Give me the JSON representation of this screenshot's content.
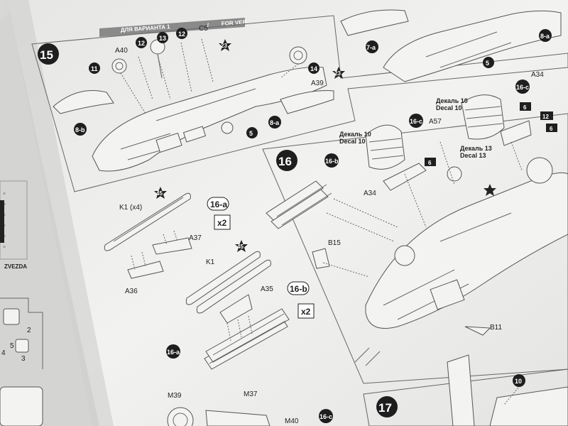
{
  "header": {
    "banner_left": "ДЛЯ ВАРИАНТА  1",
    "banner_sep": "/",
    "banner_right": "FOR VER"
  },
  "step15": {
    "number": "15",
    "parts": {
      "p11": "11",
      "p12a": "12",
      "p13": "13",
      "p12b": "12",
      "c5": "C5",
      "a40": "A40",
      "star23a": "23",
      "p14": "14",
      "star23b": "23",
      "a39": "A39",
      "p8b": "8-b",
      "p5": "5",
      "p8a": "8-a"
    }
  },
  "step_top_right": {
    "p7a": "7-a",
    "p5": "5",
    "p8a": "8-a"
  },
  "step16": {
    "number": "16",
    "parts": {
      "p16b": "16-b",
      "p16c": "16-c",
      "decal10_ru": "Декаль 10",
      "decal10_en": "Decal 10",
      "p6a": "6",
      "a34a": "A34",
      "b15": "B15",
      "a57": "A57",
      "decal10_ru2": "Декаль 10",
      "decal10_en2": "Decal 10",
      "decal13_ru": "Декаль 13",
      "decal13_en": "Decal 13",
      "p16c2": "16-c",
      "p6b": "6",
      "a34b": "A34",
      "p12": "12",
      "p6c": "6",
      "b11": "B11"
    }
  },
  "subassembly_16a": {
    "k1x4": "K1 (x4)",
    "star45": "45",
    "tag": "16-a",
    "mult": "x2",
    "a37": "A37",
    "a36": "A36"
  },
  "subassembly_16b": {
    "k1": "K1",
    "star45": "45",
    "a35": "A35",
    "tag": "16-b",
    "mult": "x2",
    "p16a": "16-a"
  },
  "step17": {
    "number": "17",
    "p10": "10"
  },
  "bottom": {
    "m39": "M39",
    "m37": "M37",
    "m40": "M40",
    "tag16c": "16-c"
  },
  "left_page": {
    "brand": "ZVEZDA",
    "p2": "2",
    "p3": "3",
    "p4": "4",
    "p5": "5"
  }
}
